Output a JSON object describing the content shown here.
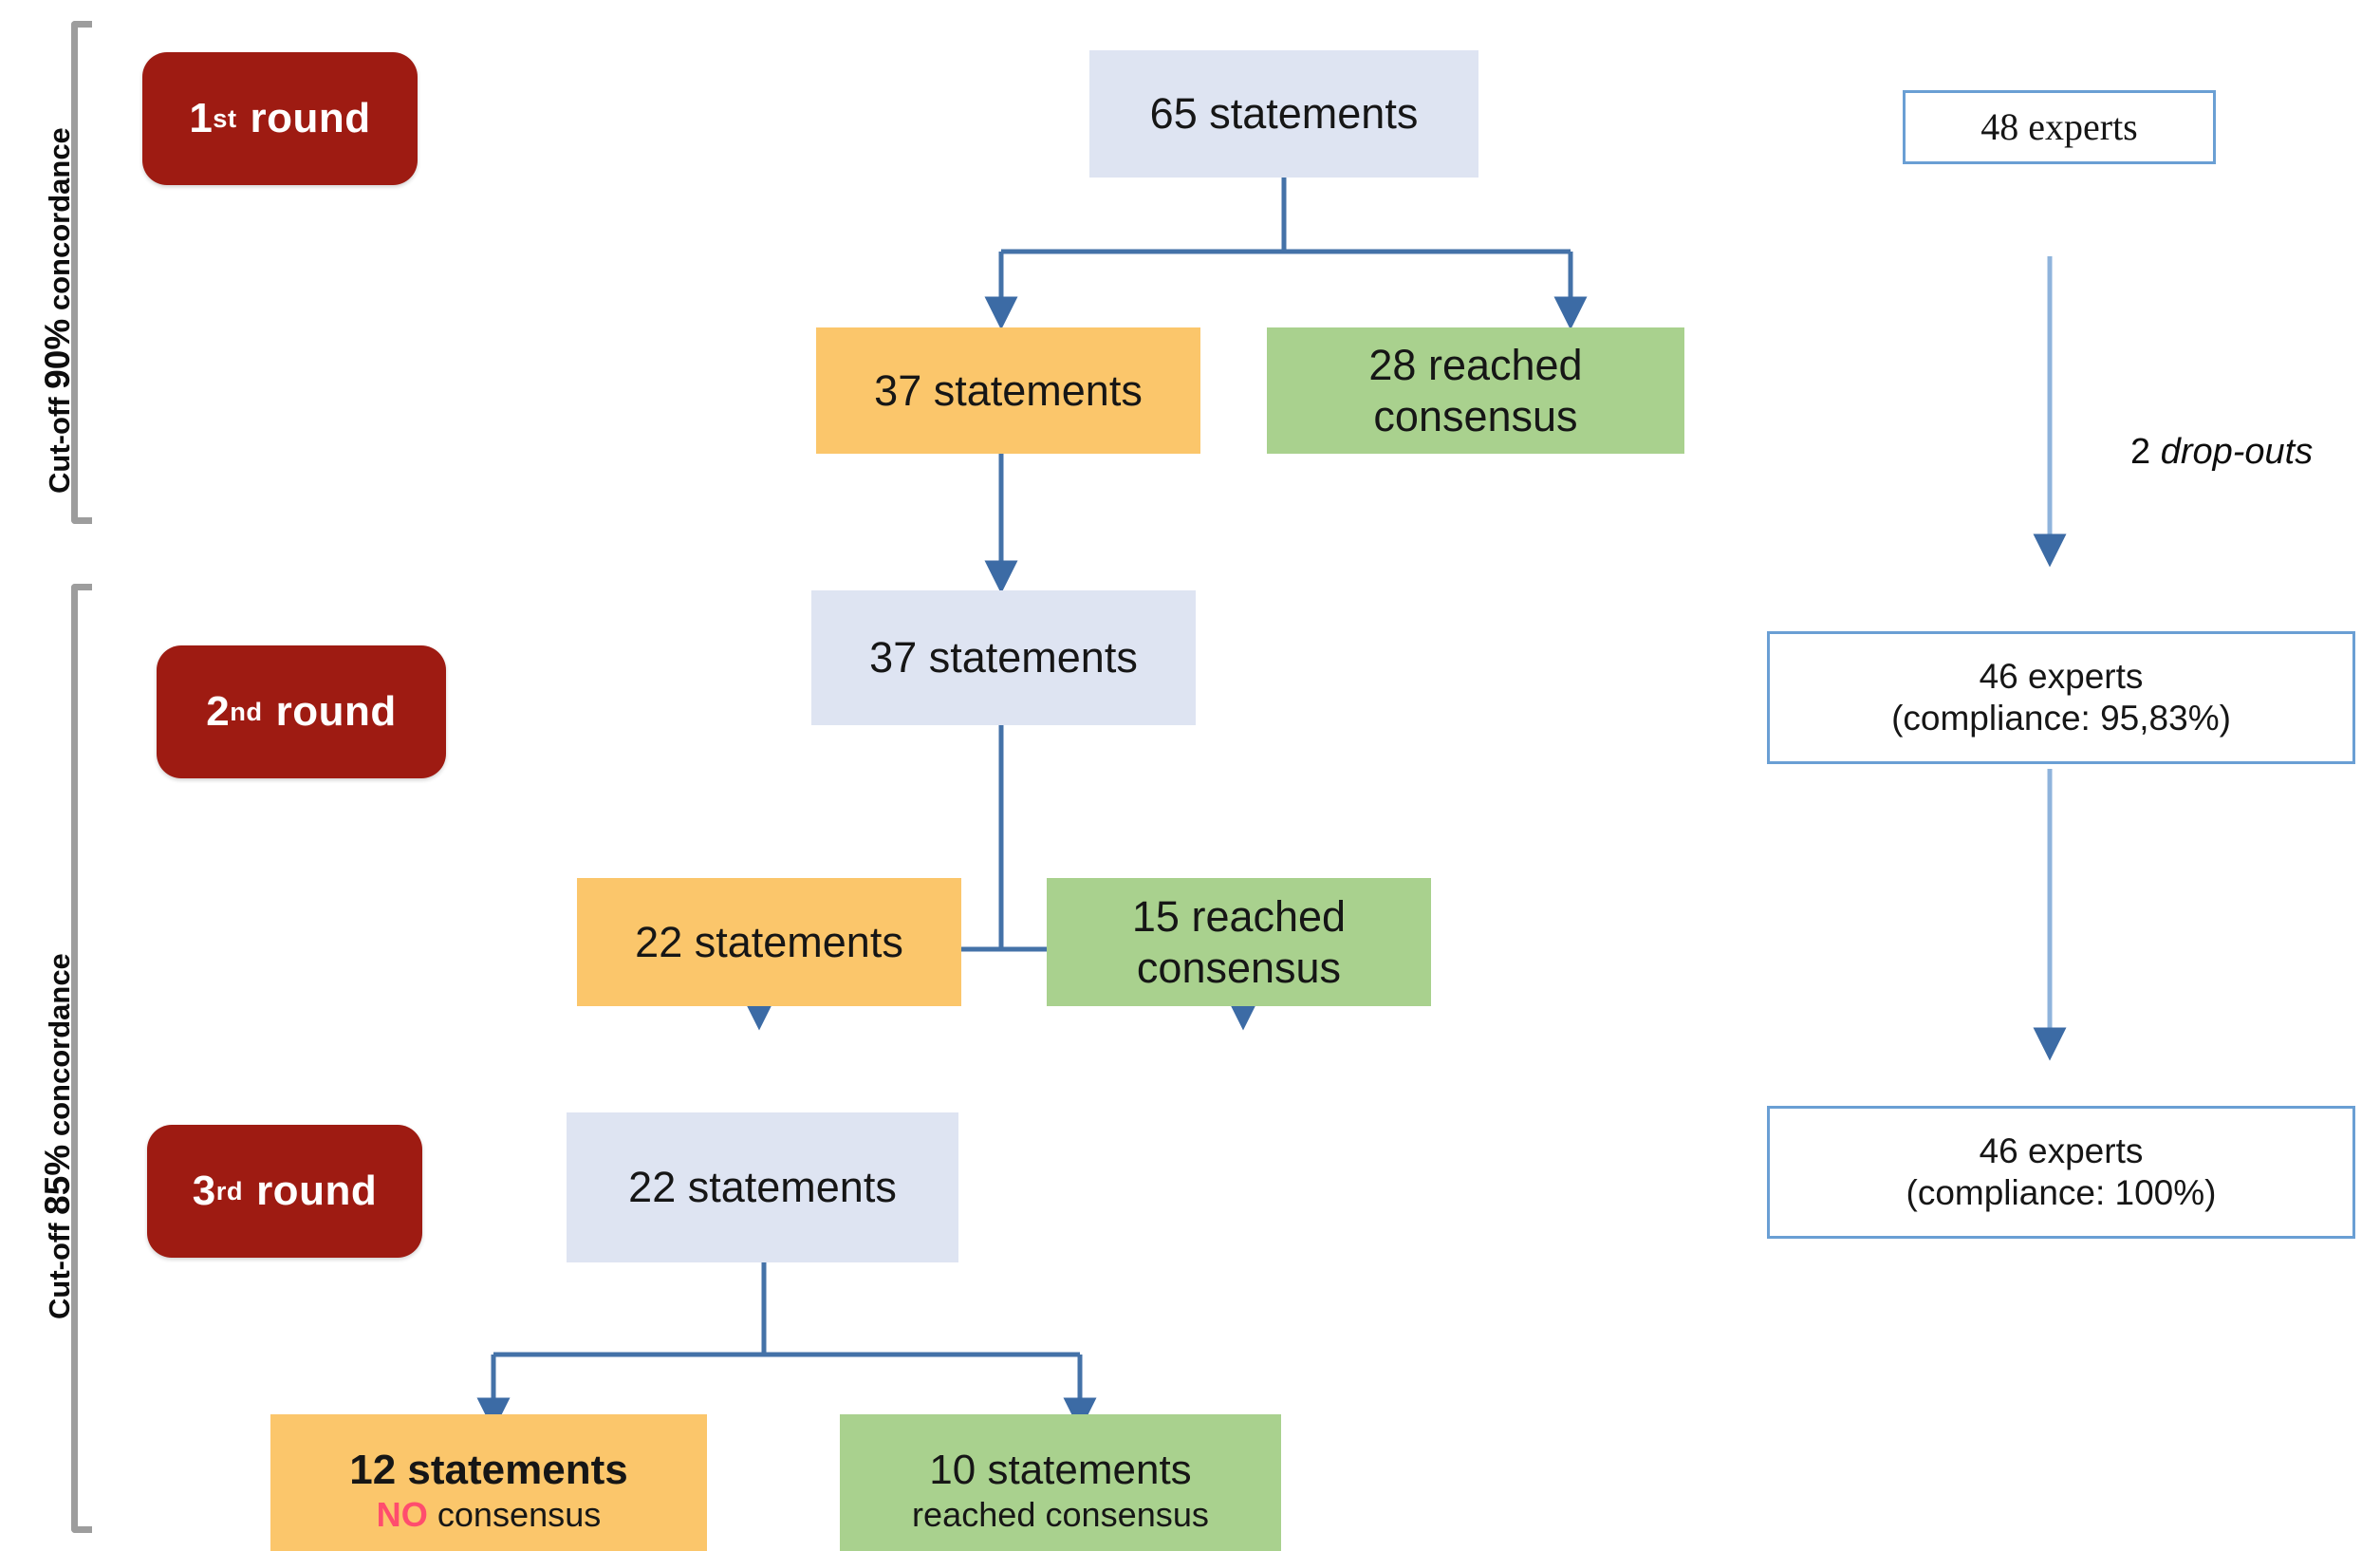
{
  "side_labels": [
    {
      "prefix": "Cut-off ",
      "emphasis": "90%",
      "suffix": " concordance"
    },
    {
      "prefix": "Cut-off ",
      "emphasis": "85%",
      "suffix": " concordance"
    }
  ],
  "rounds": [
    {
      "number": "1",
      "ordinal": "st",
      "word": "round"
    },
    {
      "number": "2",
      "ordinal": "nd",
      "word": "round"
    },
    {
      "number": "3",
      "ordinal": "rd",
      "word": "round"
    }
  ],
  "statements": {
    "start": "65 statements",
    "round1_pending": "37 statements",
    "round1_consensus_line1": "28 reached",
    "round1_consensus_line2": "consensus",
    "round2_input": "37 statements",
    "round2_pending": "22 statements",
    "round2_consensus_line1": "15 reached",
    "round2_consensus_line2": "consensus",
    "round3_input": "22 statements",
    "round3_no_consensus_line1": "12 statements",
    "round3_no_consensus_no": "NO",
    "round3_no_consensus_rest": " consensus",
    "round3_consensus_line1": "10 statements",
    "round3_consensus_line2": "reached consensus"
  },
  "experts": {
    "initial": "48  experts",
    "dropouts_count": "2 ",
    "dropouts_label": "drop-outs",
    "round2_line1": "46 experts",
    "round2_line2": "(compliance: 95,83%)",
    "round3_line1": "46 experts",
    "round3_line2": "(compliance: 100%)"
  },
  "colors": {
    "round_badge": "#9E1B12",
    "box_blue": "#DEE4F2",
    "box_orange": "#FBC66B",
    "box_green": "#A9D18E",
    "connector": "#4472A8",
    "outline_border": "#6A9FD4",
    "no_consensus": "#FF4D6E",
    "bracket": "#9D9D9D"
  }
}
